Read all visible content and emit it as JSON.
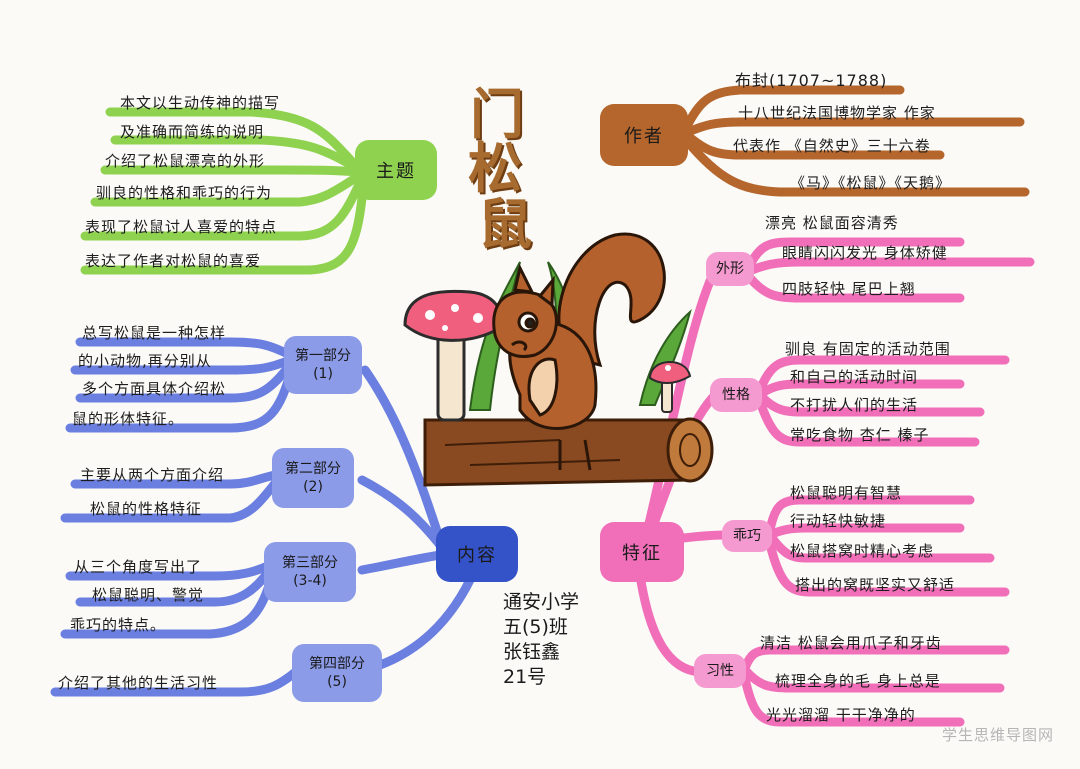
{
  "title": [
    "门",
    "松",
    "鼠"
  ],
  "colors": {
    "theme": "#8fd24f",
    "author": "#b5662d",
    "content": "#6a7fe0",
    "content_hub": "#3553c9",
    "features": "#f06fb8",
    "title": "#a86b2f"
  },
  "theme": {
    "label": "主题",
    "lines": [
      "本文以生动传神的描写",
      "及准确而简练的说明",
      "介绍了松鼠漂亮的外形",
      "驯良的性格和乖巧的行为",
      "表现了松鼠讨人喜爱的特点",
      "表达了作者对松鼠的喜爱"
    ]
  },
  "author": {
    "label": "作者",
    "lines": [
      "布封(1707~1788)",
      "十八世纪法国博物学家 作家",
      "代表作 《自然史》三十六卷",
      "《马》《松鼠》《天鹅》"
    ]
  },
  "content": {
    "label": "内容",
    "parts": [
      {
        "label": "第一部分",
        "range": "(1)",
        "lines": [
          "总写松鼠是一种怎样",
          "的小动物,再分别从",
          "多个方面具体介绍松",
          "鼠的形体特征。"
        ]
      },
      {
        "label": "第二部分",
        "range": "(2)",
        "lines": [
          "主要从两个方面介绍",
          "松鼠的性格特征"
        ]
      },
      {
        "label": "第三部分",
        "range": "(3-4)",
        "lines": [
          "从三个角度写出了",
          "松鼠聪明、警觉",
          "乖巧的特点。"
        ]
      },
      {
        "label": "第四部分",
        "range": "(5)",
        "lines": [
          "介绍了其他的生活习性"
        ]
      }
    ]
  },
  "features": {
    "label": "特征",
    "groups": [
      {
        "label": "外形",
        "lines": [
          "漂亮 松鼠面容清秀",
          "眼睛闪闪发光 身体矫健",
          "四肢轻快 尾巴上翘"
        ]
      },
      {
        "label": "性格",
        "lines": [
          "驯良 有固定的活动范围",
          "和自己的活动时间",
          "不打扰人们的生活",
          "常吃食物 杏仁 榛子"
        ]
      },
      {
        "label": "乖巧",
        "lines": [
          "松鼠聪明有智慧",
          "行动轻快敏捷",
          "松鼠搭窝时精心考虑",
          "搭出的窝既坚实又舒适"
        ]
      },
      {
        "label": "习性",
        "lines": [
          "清洁 松鼠会用爪子和牙齿",
          "梳理全身的毛 身上总是",
          "光光溜溜 干干净净的"
        ]
      }
    ]
  },
  "credit": [
    "通安小学",
    "五(5)班",
    "张钰鑫",
    "21号"
  ],
  "watermark": "学生思维导图网"
}
